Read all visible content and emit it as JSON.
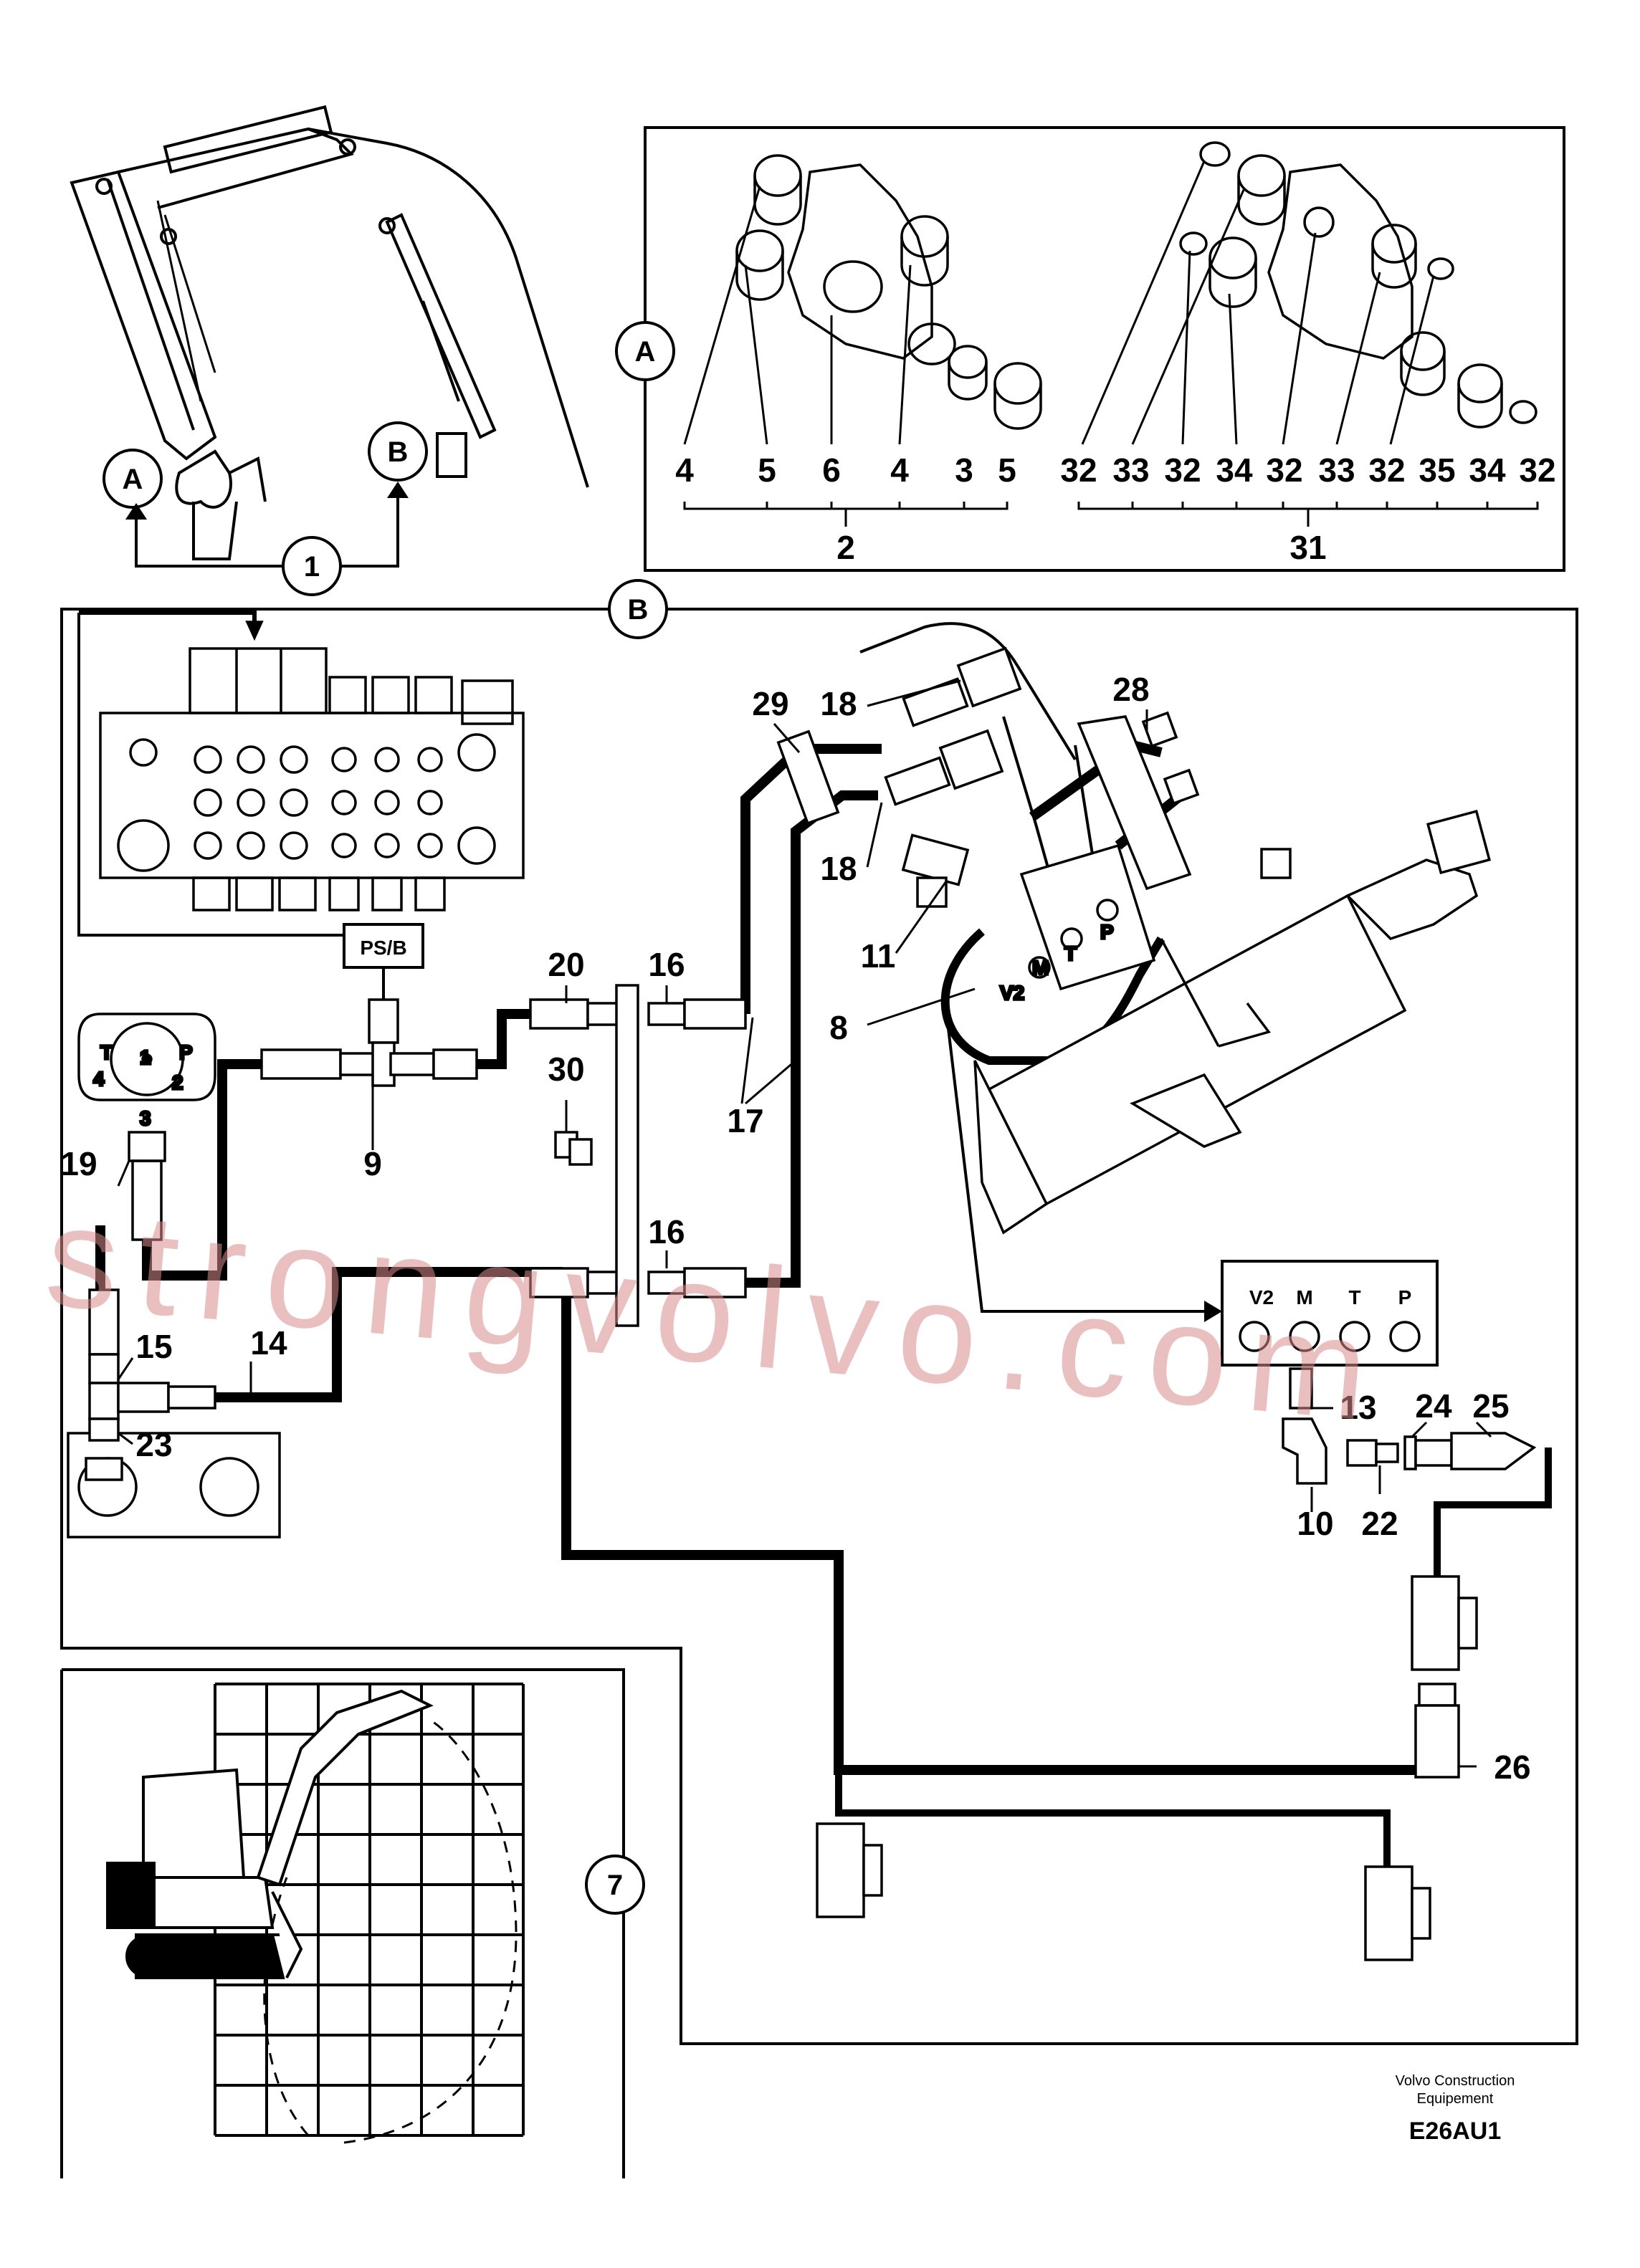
{
  "sections": {
    "A": "A",
    "B": "B",
    "detail_1": "1",
    "detail_7": "7"
  },
  "callouts": {
    "A_left": [
      "4",
      "5",
      "6",
      "4",
      "3",
      "5"
    ],
    "A_left_group": "2",
    "A_right": [
      "32",
      "33",
      "32",
      "34",
      "32",
      "33",
      "32",
      "35",
      "34",
      "32"
    ],
    "A_right_group": "31",
    "B": {
      "c29": "29",
      "c18a": "18",
      "c18b": "18",
      "c28": "28",
      "c11": "11",
      "c8": "8",
      "c20": "20",
      "c16a": "16",
      "c16b": "16",
      "c17": "17",
      "c30": "30",
      "c9": "9",
      "c19": "19",
      "c15": "15",
      "c14": "14",
      "c23": "23",
      "c13": "13",
      "c24": "24",
      "c25": "25",
      "c10": "10",
      "c22": "22",
      "c26": "26"
    }
  },
  "labels": {
    "psb": "PS/B",
    "pump_ports": [
      "T",
      "1",
      "P",
      "4",
      "2",
      "3"
    ],
    "valve_ports_top": [
      "V2",
      "M",
      "T",
      "P"
    ],
    "valve_ports_bottom": [
      "V2",
      "M",
      "T",
      "P"
    ]
  },
  "footer": {
    "company_line1": "Volvo Construction",
    "company_line2": "Equipement",
    "code": "E26AU1"
  },
  "watermark": "strongvolvo.com"
}
